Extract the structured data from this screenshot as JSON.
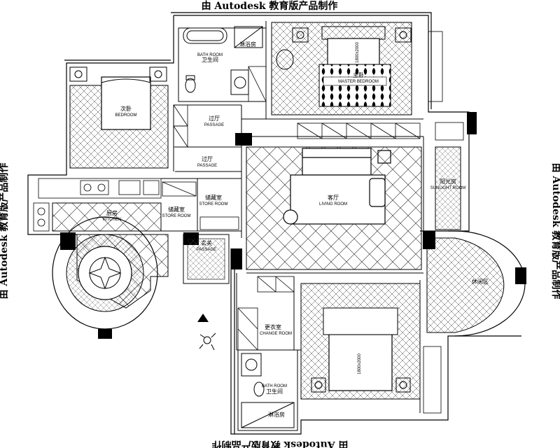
{
  "watermark": "由 Autodesk 教育版产品制作",
  "rooms": {
    "bath_top": {
      "cn": "卫生间",
      "en": "BATH ROOM"
    },
    "shower_top": {
      "cn": "淋浴房"
    },
    "master": {
      "cn": "主卧",
      "en": "MASTER BEDROOM"
    },
    "bedroom": {
      "cn": "次卧",
      "en": "BEDROOM"
    },
    "passage1": {
      "cn": "过厅",
      "en": "PASSAGE"
    },
    "passage2": {
      "cn": "过厅",
      "en": "PASSAGE"
    },
    "store1": {
      "cn": "储藏室",
      "en": "STORE ROOM"
    },
    "store2": {
      "cn": "储藏室",
      "en": "STORE ROOM"
    },
    "kitchen": {
      "cn": "厨房",
      "en": "KITCHEN"
    },
    "living": {
      "cn": "客厅",
      "en": "LIVING ROOM"
    },
    "sunlight": {
      "cn": "阳光房",
      "en": "SUNLIGHT ROOM"
    },
    "passage3": {
      "cn": "玄关",
      "en": "PASSAGE"
    },
    "leisure": {
      "cn": "休闲区"
    },
    "change": {
      "cn": "更衣室",
      "en": "CHANGE ROOM"
    },
    "bath_bottom": {
      "cn": "卫生间",
      "en": "BATH ROOM"
    },
    "shower_bottom": {
      "cn": "淋浴房"
    }
  },
  "bed_master_size": "1800x2000",
  "bed_second_size": "1800x2000"
}
